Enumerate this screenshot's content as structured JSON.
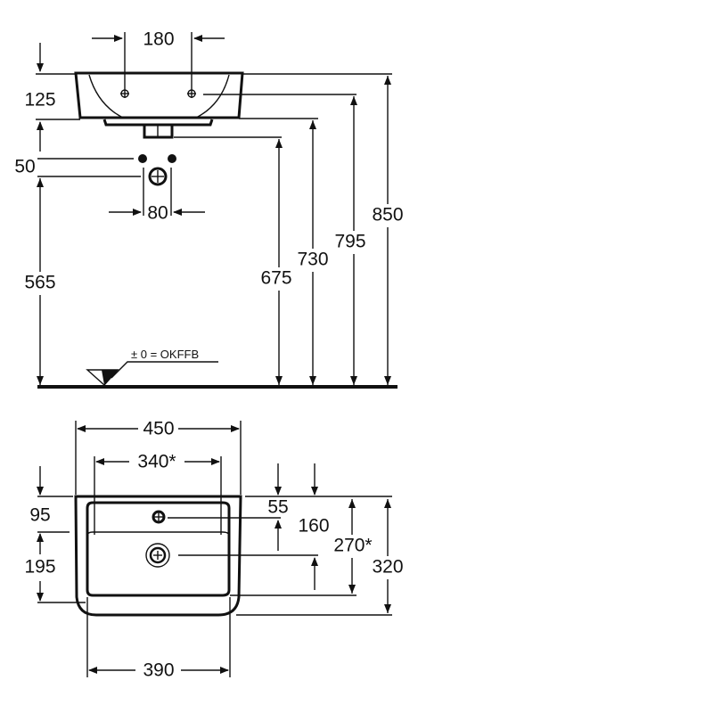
{
  "top_view": {
    "tap_spacing": "180",
    "basin_height": "125",
    "supply_offset": "50",
    "supply_spacing": "80",
    "supply_height": "565",
    "trap_height": "675",
    "basin_bottom_height": "730",
    "tap_hole_height": "795",
    "rim_height": "850",
    "floor_reference": "± 0 = OKFFB"
  },
  "plan_view": {
    "overall_width": "450",
    "inner_width": "340*",
    "tap_to_front": "95",
    "drain_to_back": "195",
    "tap_hole_offset": "55",
    "drain_offset": "160",
    "inner_depth": "270*",
    "overall_depth": "320",
    "back_width": "390"
  }
}
